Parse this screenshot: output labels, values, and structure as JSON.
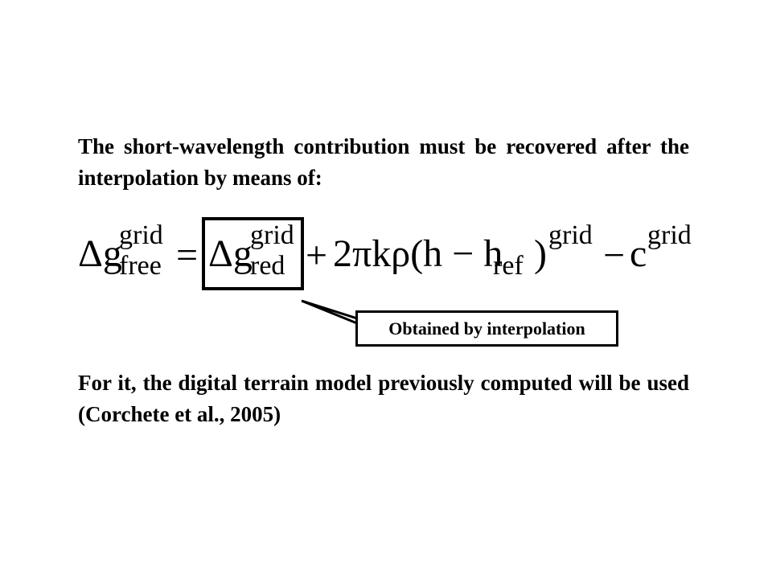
{
  "paragraph_1": "The short-wavelength  contribution must be recovered after the interpolation by means of:",
  "paragraph_2": "For it, the digital terrain model previously computed will be used (Corchete et al., 2005)",
  "equation": {
    "lhs_base": "Δg",
    "lhs_sup": "grid",
    "lhs_sub": "free",
    "equals": "=",
    "term1_base": "Δg",
    "term1_sup": "grid",
    "term1_sub": "red",
    "plus": "+",
    "term2_main": "2πkρ(h − h",
    "term2_sub": "ref",
    "term2_close": ")",
    "term2_sup": "grid",
    "minus": "−",
    "term3_base": "c",
    "term3_sup": "grid"
  },
  "callout_label": "Obtained by interpolation"
}
